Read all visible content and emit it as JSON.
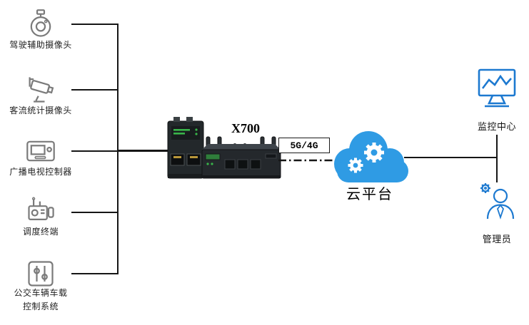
{
  "diagram": {
    "left_devices": [
      {
        "label": "驾驶辅助摄像头",
        "icon": "dome-camera-icon"
      },
      {
        "label": "客流统计摄像头",
        "icon": "cctv-camera-icon"
      },
      {
        "label": "广播电视控制器",
        "icon": "tv-controller-icon"
      },
      {
        "label": "调度终端",
        "icon": "dispatch-terminal-icon"
      },
      {
        "label": "公交车辆车载控制系统",
        "icon": "vehicle-sliders-icon"
      }
    ],
    "router": {
      "label": "X700"
    },
    "link": {
      "label": "5G/4G"
    },
    "cloud": {
      "label": "云平台",
      "icon": "cloud-gears-icon"
    },
    "right_nodes": [
      {
        "label": "监控中心",
        "icon": "monitor-chart-icon"
      },
      {
        "label": "管理员",
        "icon": "admin-person-gear-icon"
      }
    ],
    "colors": {
      "icon_gray": "#7a7a7a",
      "accent_blue": "#1c79d0",
      "cloud_blue": "#2f9be4",
      "line_black": "#161616",
      "led_green": "#39b54a"
    }
  }
}
